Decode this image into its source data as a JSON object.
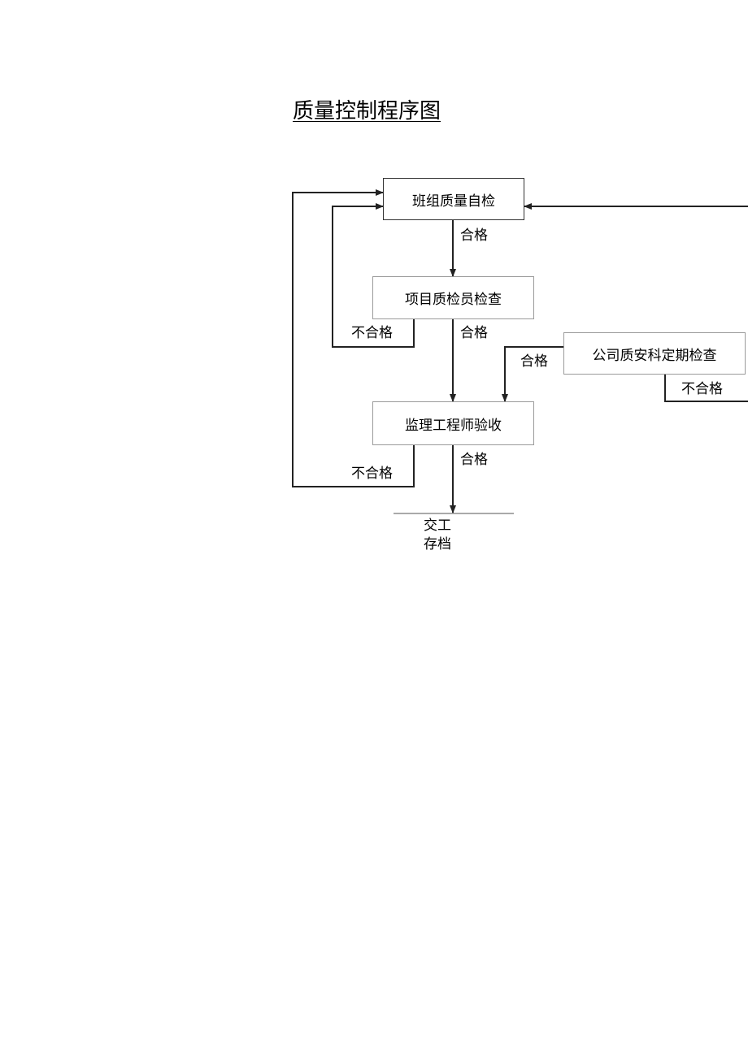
{
  "title": "质量控制程序图",
  "nodes": {
    "team_self_check": "班组质量自检",
    "project_inspector": "项目质检员检查",
    "company_check": "公司质安科定期检查",
    "supervisor": "监理工程师验收"
  },
  "labels": {
    "pass": "合格",
    "fail": "不合格"
  },
  "end": {
    "line1": "交工",
    "line2": "存档"
  }
}
